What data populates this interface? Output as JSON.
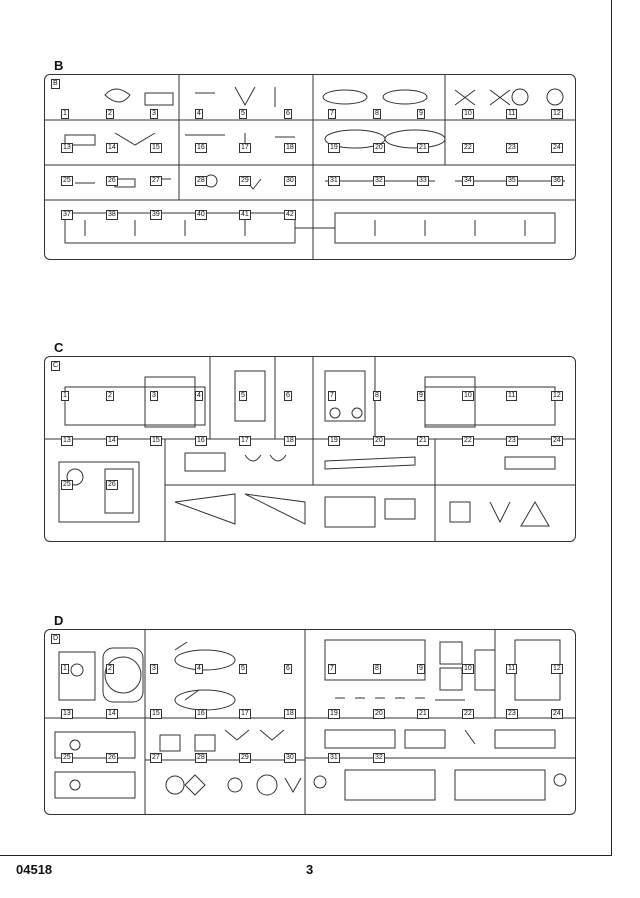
{
  "sprues": [
    {
      "letter": "B",
      "tag": "B",
      "parts": [
        "1",
        "2",
        "3",
        "4",
        "5",
        "6",
        "7",
        "8",
        "9",
        "10",
        "11",
        "12",
        "13",
        "14",
        "15",
        "16",
        "17",
        "18",
        "19",
        "20",
        "21",
        "22",
        "23",
        "24",
        "25",
        "26",
        "27",
        "28",
        "29",
        "30",
        "31",
        "32",
        "33",
        "34",
        "35",
        "36",
        "37",
        "38",
        "39",
        "40",
        "41",
        "42"
      ]
    },
    {
      "letter": "C",
      "tag": "C",
      "parts": [
        "1",
        "2",
        "3",
        "4",
        "5",
        "6",
        "7",
        "8",
        "9",
        "10",
        "11",
        "12",
        "13",
        "14",
        "15",
        "16",
        "17",
        "18",
        "19",
        "20",
        "21",
        "22",
        "23",
        "24",
        "25",
        "26"
      ]
    },
    {
      "letter": "D",
      "tag": "D",
      "parts": [
        "1",
        "2",
        "3",
        "4",
        "5",
        "6",
        "7",
        "8",
        "9",
        "10",
        "11",
        "12",
        "13",
        "14",
        "15",
        "16",
        "17",
        "18",
        "19",
        "20",
        "21",
        "22",
        "23",
        "24",
        "25",
        "26",
        "27",
        "28",
        "29",
        "30",
        "31",
        "32"
      ]
    }
  ],
  "footer": {
    "code": "04518",
    "page": "3"
  }
}
